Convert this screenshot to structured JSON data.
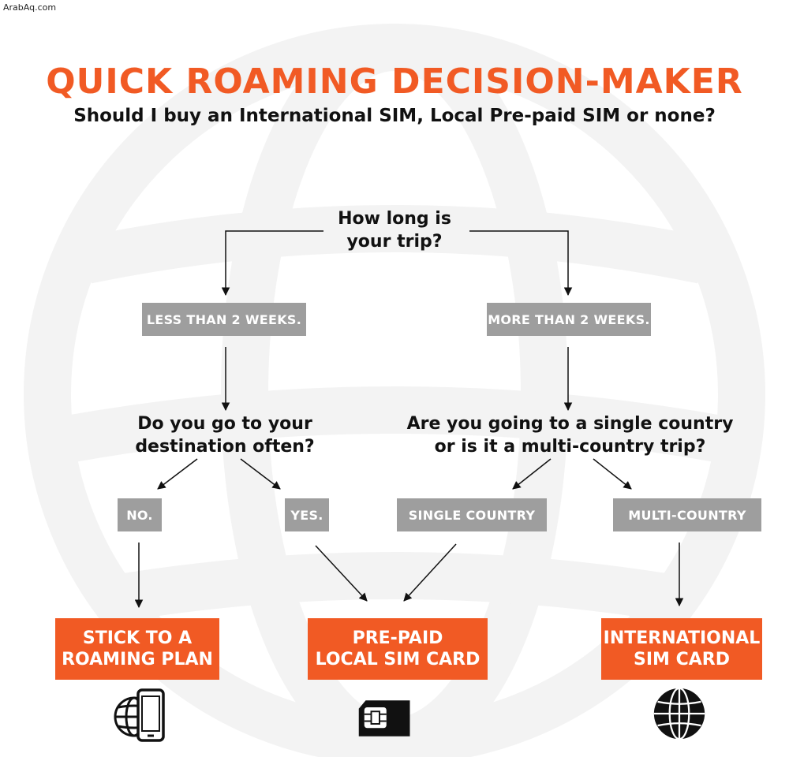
{
  "watermark": "ArabAq.com",
  "title": "QUICK ROAMING DECISION-MAKER",
  "subtitle": "Should I buy an International SIM, Local Pre-paid SIM or none?",
  "questions": {
    "trip_length": [
      "How long is",
      "your trip?"
    ],
    "destination_often": [
      "Do you go to your",
      "destination often?"
    ],
    "country_type": [
      "Are you going to a single country",
      "or is it a multi-country trip?"
    ]
  },
  "options": {
    "less_than_2_weeks": "LESS THAN 2 WEEKS.",
    "more_than_2_weeks": "MORE THAN 2 WEEKS.",
    "no": "NO.",
    "yes": "YES.",
    "single_country": "SINGLE COUNTRY",
    "multi_country": "MULTI-COUNTRY"
  },
  "outcomes": {
    "roaming_plan": [
      "STICK TO A",
      "ROAMING PLAN"
    ],
    "local_sim": [
      "PRE-PAID",
      "LOCAL SIM CARD"
    ],
    "international_sim": [
      "INTERNATIONAL",
      "SIM CARD"
    ]
  },
  "icons": [
    "phone-globe-icon",
    "sim-card-icon",
    "globe-icon"
  ],
  "colors": {
    "accent": "#f15a24",
    "option_box": "#9e9e9e",
    "text": "#111111"
  }
}
